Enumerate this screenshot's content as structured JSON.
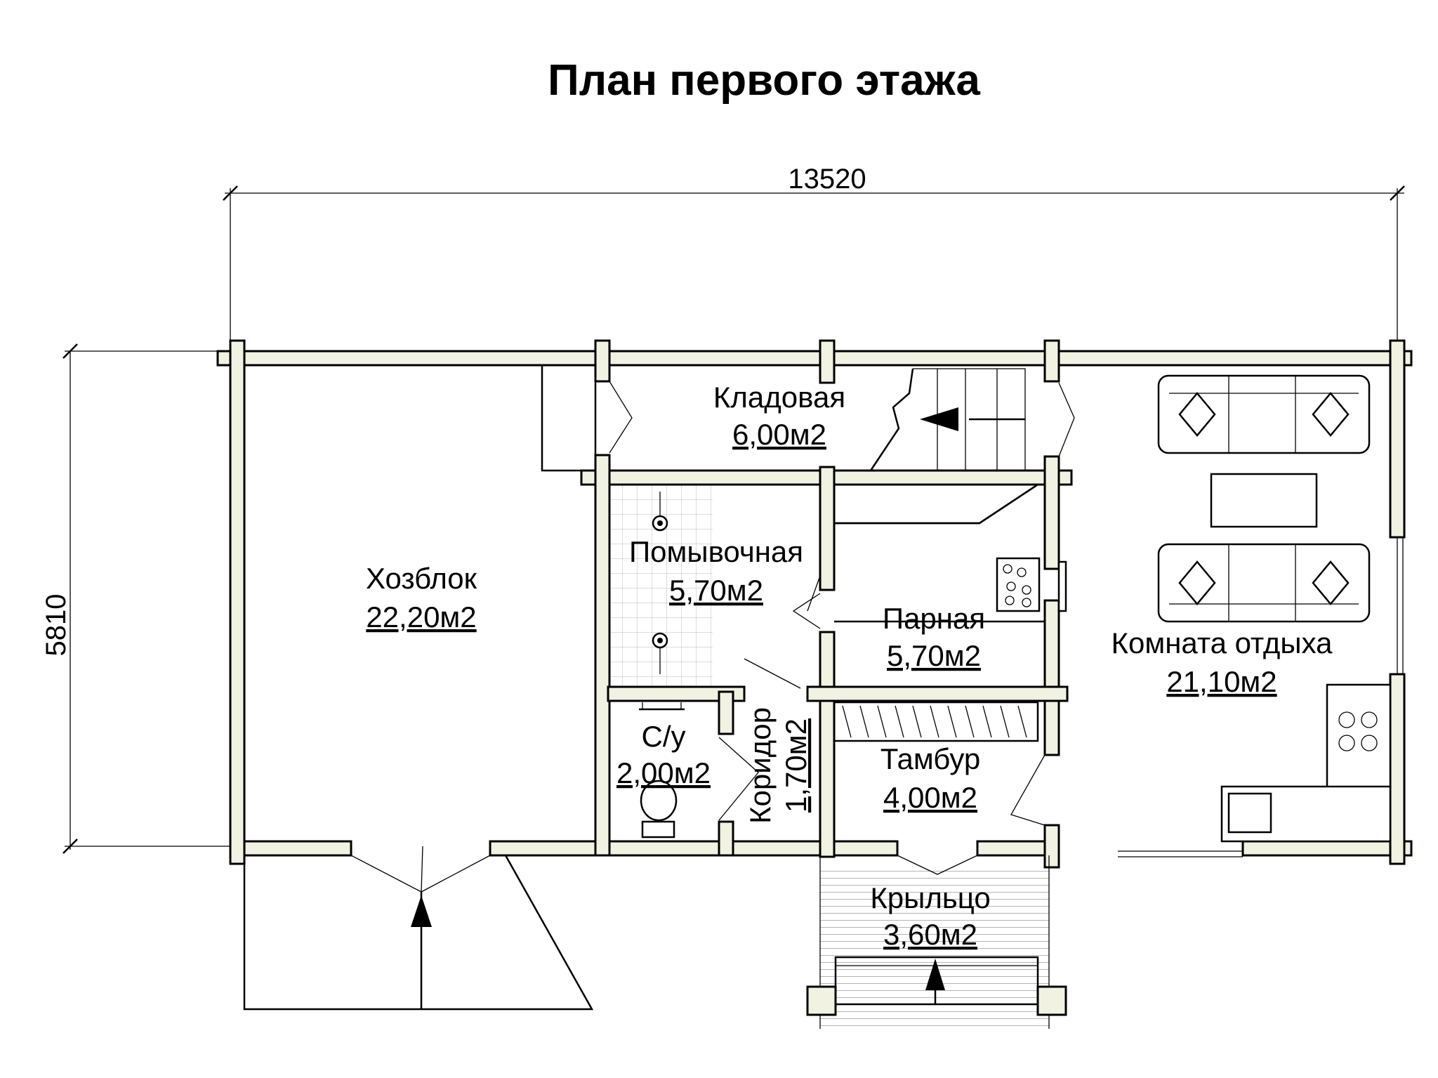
{
  "title": "План первого этажа",
  "dimensions": {
    "width": "13520",
    "height": "5810"
  },
  "rooms": {
    "hozblok": {
      "name": "Хозблок",
      "area": "22,20м2"
    },
    "kladovaya": {
      "name": "Кладовая",
      "area": "6,00м2"
    },
    "pomyv": {
      "name": "Помывочная",
      "area": "5,70м2"
    },
    "parnaya": {
      "name": "Парная",
      "area": "5,70м2"
    },
    "komnata": {
      "name": "Комната отдыха",
      "area": "21,10м2"
    },
    "su": {
      "name": "С/у",
      "area": "2,00м2"
    },
    "koridor": {
      "name": "Коридор",
      "area": "1,70м2"
    },
    "tambur": {
      "name": "Тамбур",
      "area": "4,00м2"
    },
    "kryltso": {
      "name": "Крыльцо",
      "area": "3,60м2"
    }
  }
}
